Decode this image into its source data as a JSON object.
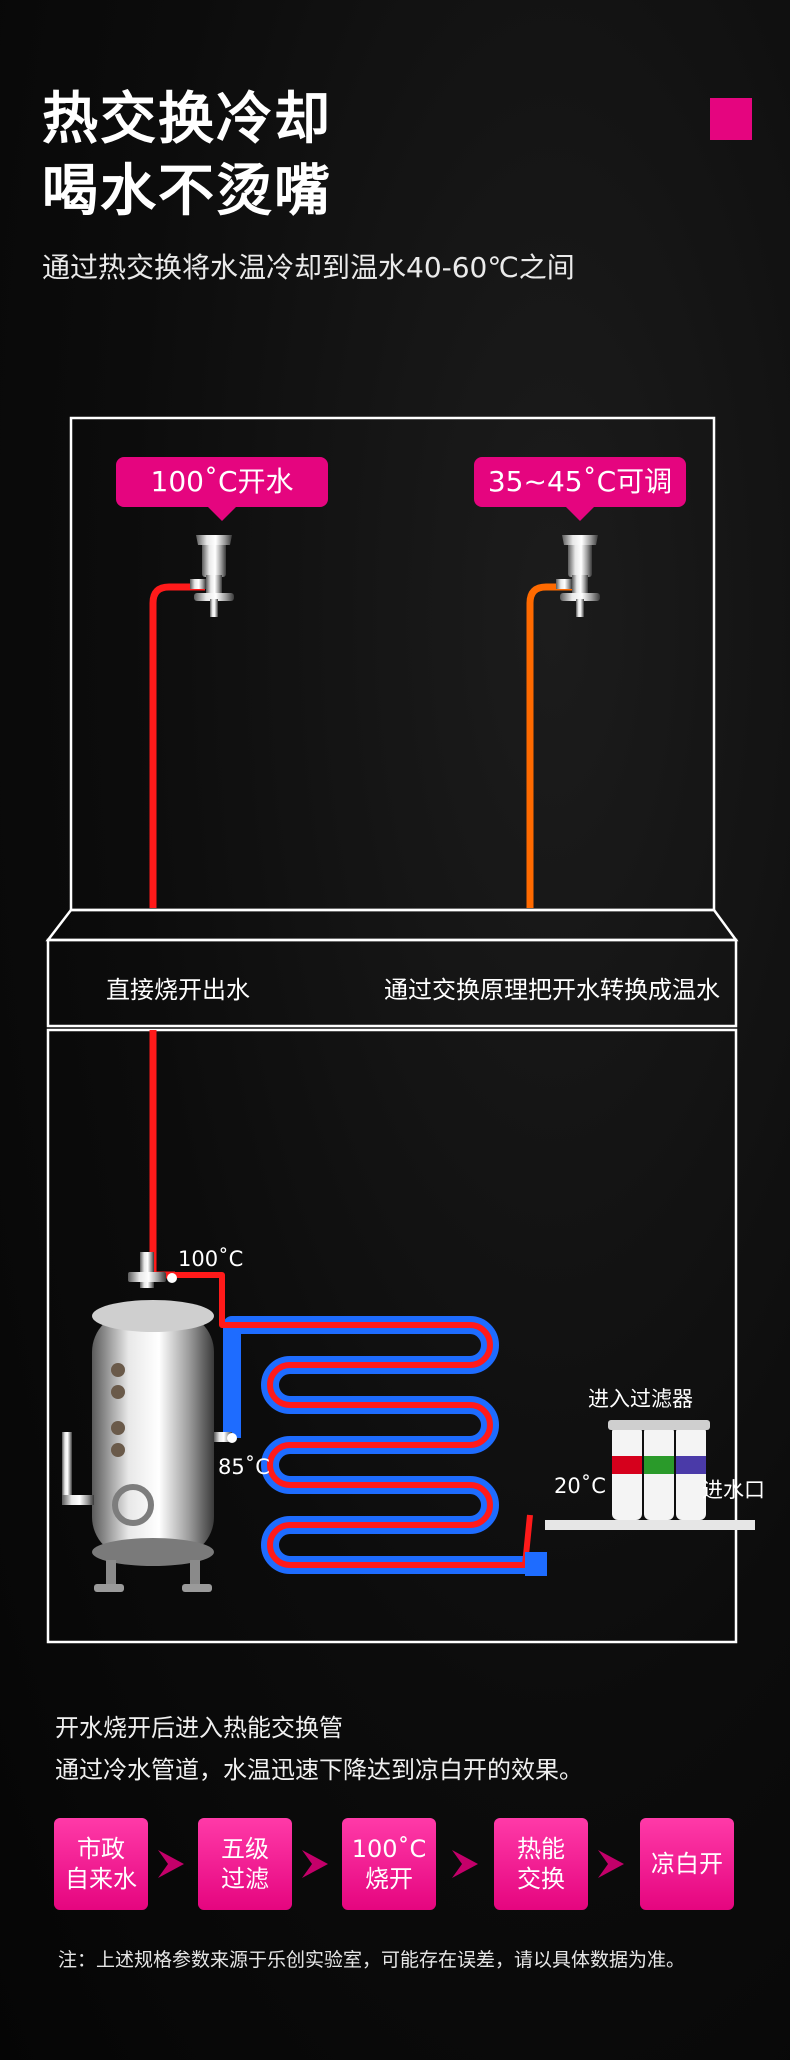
{
  "header": {
    "title_line1": "热交换冷却",
    "title_line2": "喝水不烫嘴",
    "subtitle": "通过热交换将水温冷却到温水40-60℃之间"
  },
  "taps": {
    "left_tag": "100˚C开水",
    "right_tag": "35~45˚C可调"
  },
  "diagram": {
    "left_caption": "直接烧开出水",
    "right_caption": "通过交换原理把开水转换成温水",
    "temp_top": "100˚C",
    "temp_mid": "85˚C",
    "temp_inlet": "20˚C",
    "filter_label": "进入过滤器",
    "inlet_label": "进水口"
  },
  "description": {
    "line1": "开水烧开后进入热能交换管",
    "line2": "通过冷水管道，水温迅速下降达到凉白开的效果。"
  },
  "steps": [
    {
      "label": "市政\n自来水"
    },
    {
      "label": "五级\n过滤"
    },
    {
      "label": "100˚C\n烧开"
    },
    {
      "label": "热能\n交换"
    },
    {
      "label": "凉白开"
    }
  ],
  "footnote": "注：上述规格参数来源于乐创实验室，可能存在误差，请以具体数据为准。",
  "colors": {
    "accent": "#e5057f",
    "hot_pipe": "#ff1a1a",
    "warm_pipe": "#ff6a00",
    "cold_pipe": "#1e6cff"
  }
}
